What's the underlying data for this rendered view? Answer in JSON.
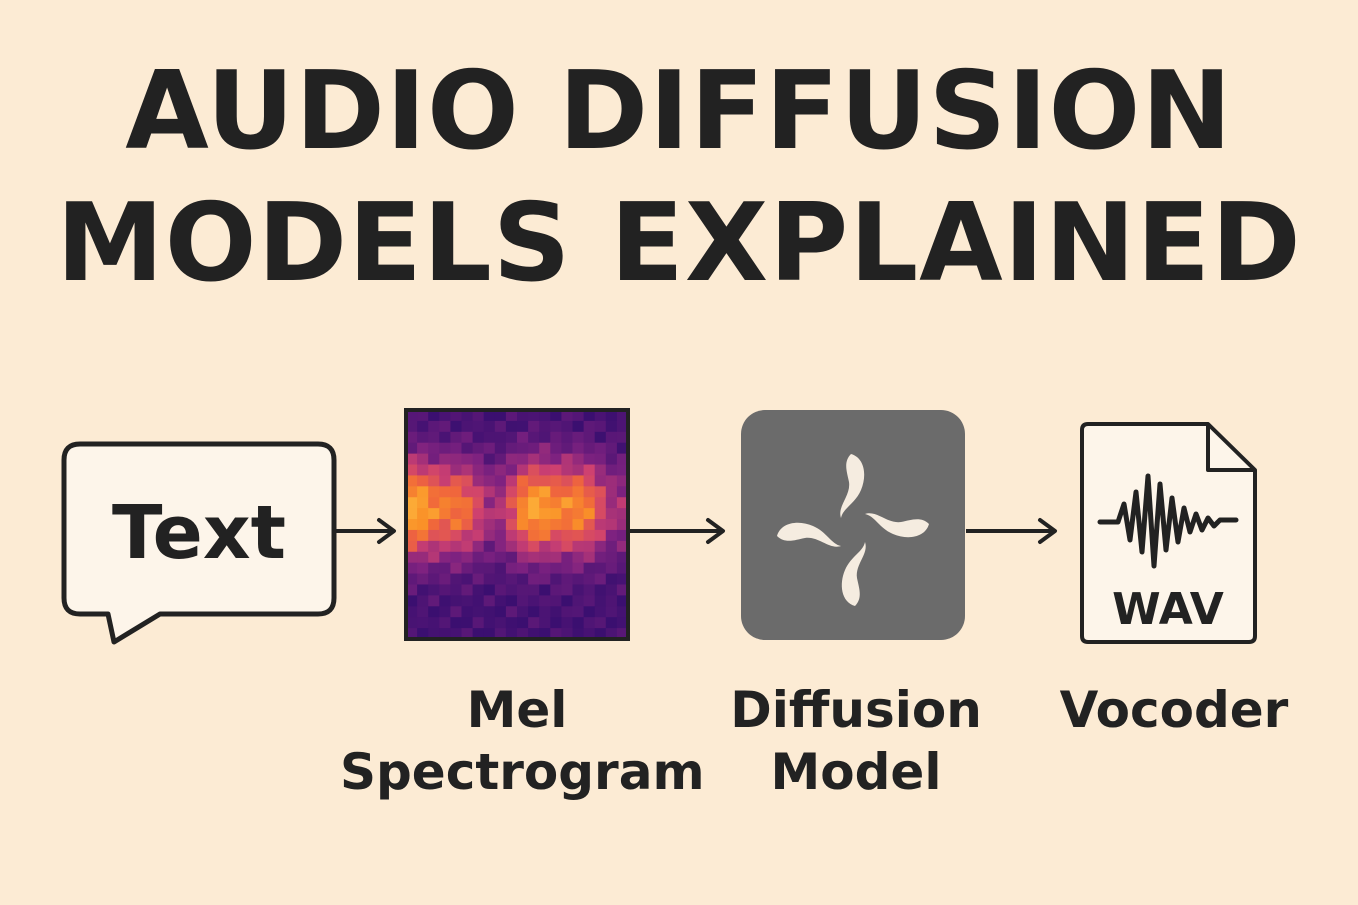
{
  "title": {
    "line1": "AUDIO DIFFUSION",
    "line2": "MODELS EXPLAINED"
  },
  "colors": {
    "background": "#fcebd4",
    "ink": "#222222",
    "bubble_fill": "#fdf5ea",
    "model_box": "#6b6b6b",
    "spectrogram_low": "#3b0f70",
    "spectrogram_high": "#fca636"
  },
  "steps": {
    "text_bubble": {
      "label": "Text"
    },
    "spectrogram": {
      "caption_line1": "Mel",
      "caption_line2": "Spectrogram"
    },
    "diffusion": {
      "caption_line1": "Diffusion",
      "caption_line2": "Model",
      "icon": "pinwheel-icon"
    },
    "vocoder": {
      "caption": "Vocoder",
      "file_label": "WAV",
      "icon": "waveform-file-icon"
    }
  }
}
